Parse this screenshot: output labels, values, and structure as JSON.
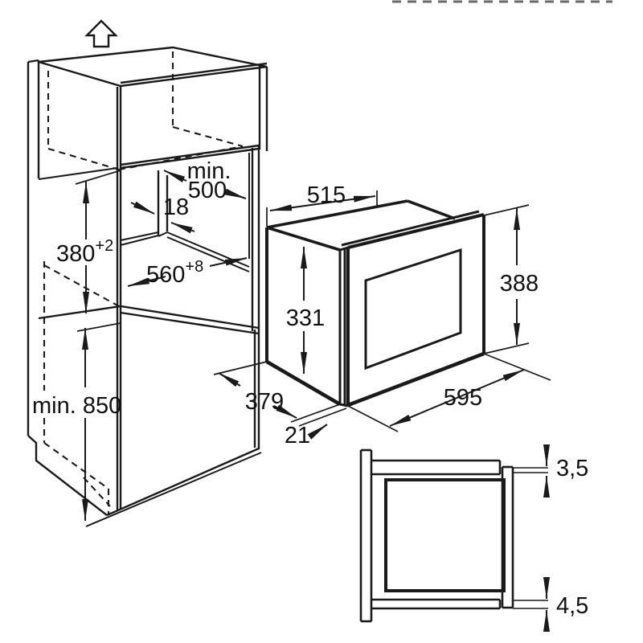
{
  "page": {
    "background": "#ffffff",
    "line_color": "#1a1a1a"
  },
  "cabinet_dims": {
    "niche_depth_min_word": "min.",
    "niche_depth_min_value": "500",
    "side_panel_thickness": "18",
    "niche_height": "380",
    "niche_height_tolerance": "+2",
    "niche_width": "560",
    "niche_width_tolerance": "+8",
    "base_height_min": "min. 850"
  },
  "microwave_dims": {
    "body_width": "515",
    "body_height": "331",
    "body_depth": "379",
    "front_height": "388",
    "front_width": "595",
    "front_frame_depth": "21"
  },
  "section_dims": {
    "top_overlap": "3,5",
    "bottom_overlap": "4,5"
  }
}
